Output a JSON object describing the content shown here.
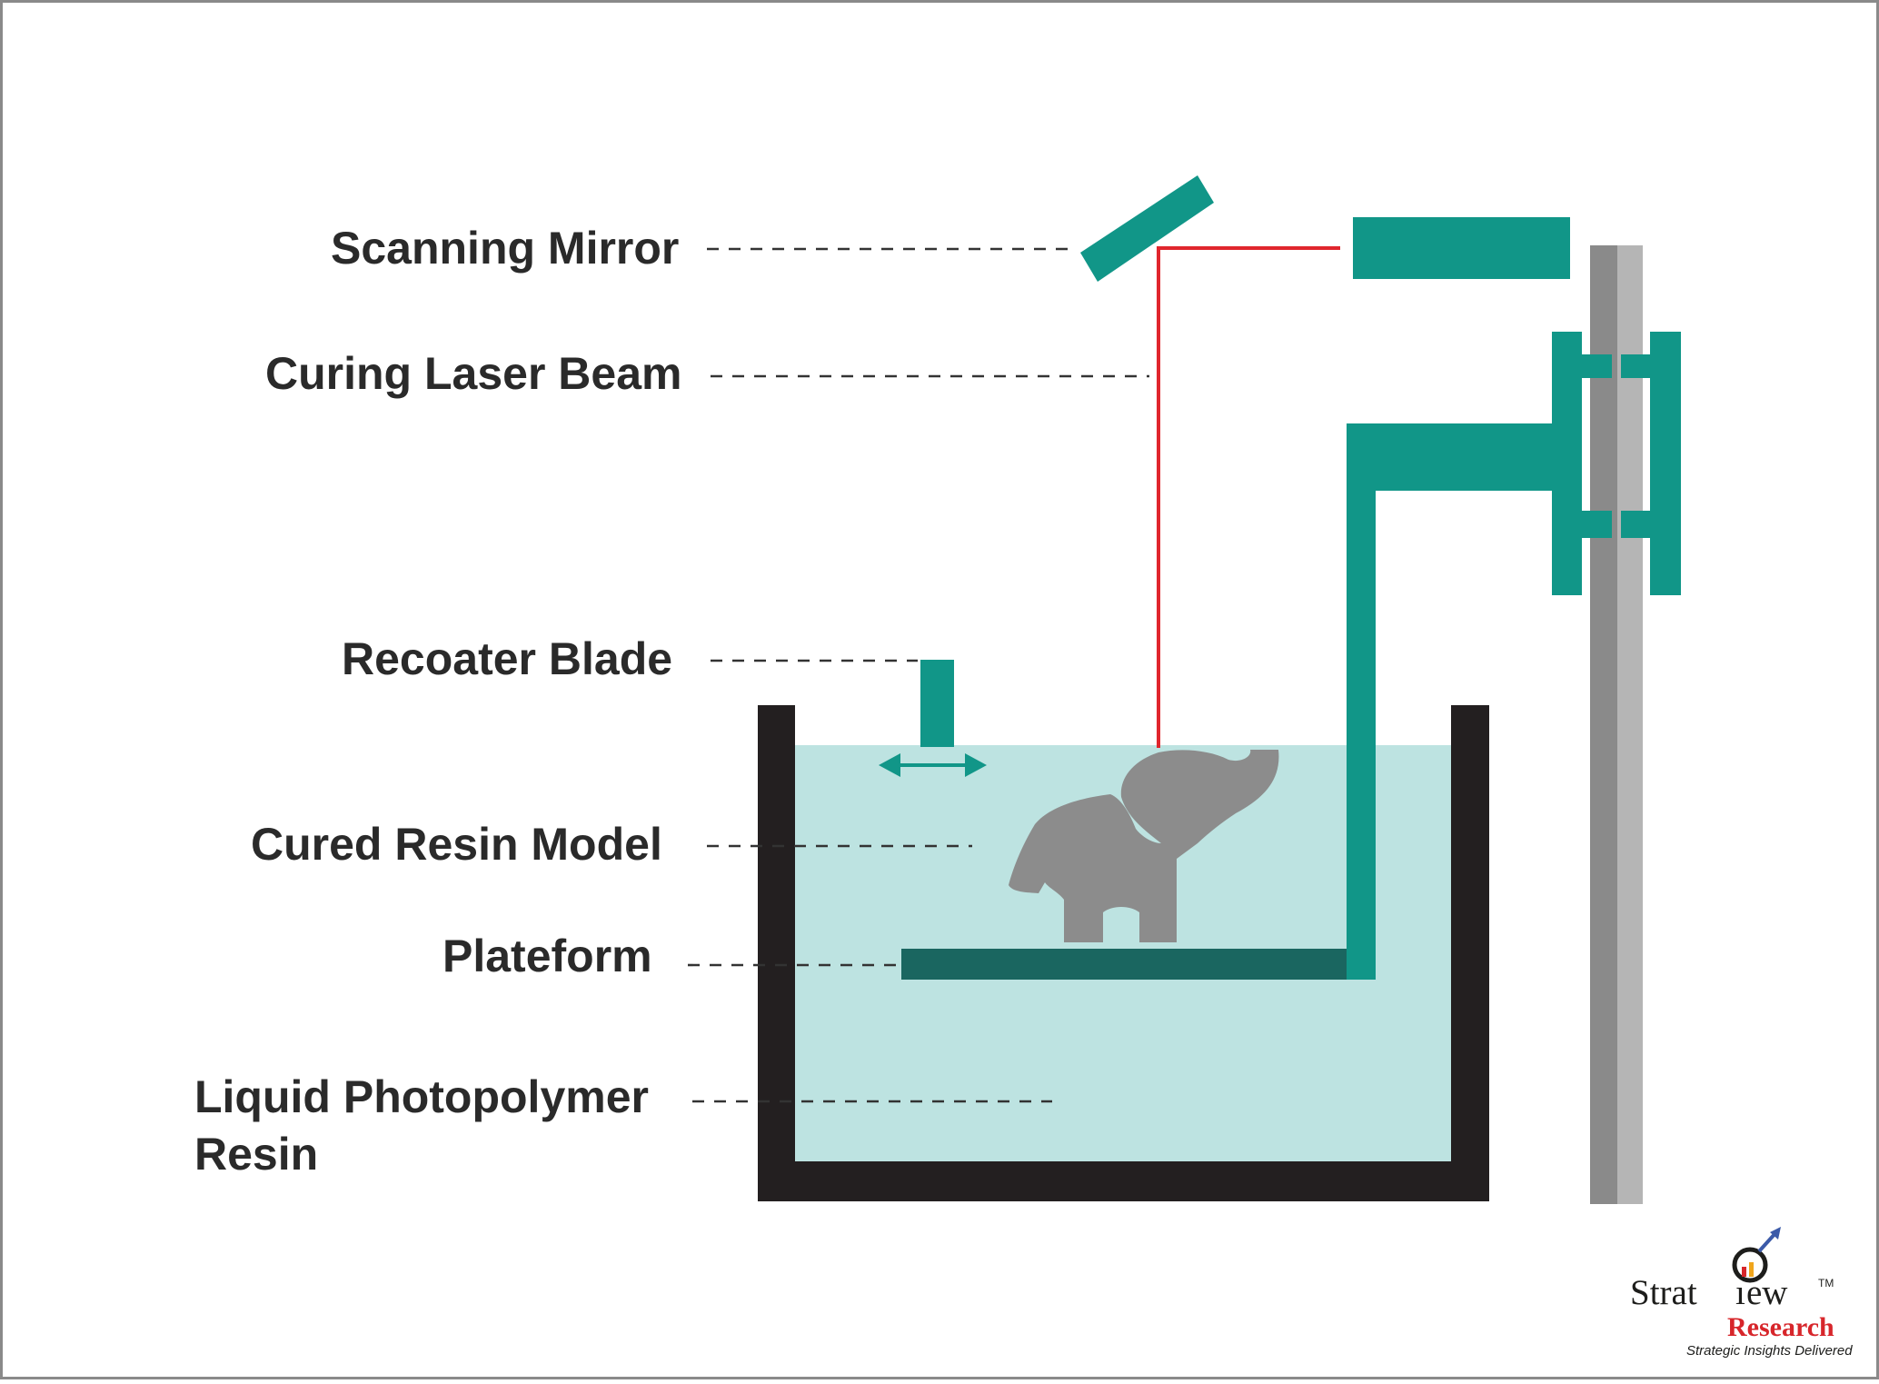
{
  "colors": {
    "teal": "#119688",
    "dark_teal": "#1a6660",
    "resin": "#bde3e1",
    "tank": "#231f20",
    "laser": "#e0262d",
    "model": "#8c8c8c",
    "rail_dark": "#8a8a8a",
    "rail_light": "#b5b5b5",
    "logo_red": "#d7262b"
  },
  "labels": {
    "scanning_mirror": "Scanning Mirror",
    "curing_laser_beam": "Curing Laser Beam",
    "recoater_blade": "Recoater Blade",
    "cured_resin_model": "Cured Resin Model",
    "plateform": "Plateform",
    "liquid_resin_line1": "Liquid Photopolymer",
    "liquid_resin_line2": "Resin"
  },
  "logo": {
    "brand_prefix": "Strat",
    "brand_suffix": "ew",
    "trademark": "TM",
    "sub": "Research",
    "tagline": "Strategic Insights Delivered"
  },
  "icons": {
    "elephant": "elephant-model-icon",
    "recoater_arrow": "double-arrow-icon"
  }
}
